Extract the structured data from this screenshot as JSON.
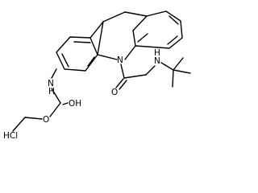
{
  "molecule": {
    "atom_labels": {
      "ring_nitrogen": "N",
      "carbamate_nh": "N",
      "carbamate_nh_h": "H",
      "carbamate_oh": "OH",
      "ester_oxygen": "O",
      "carbonyl_oxygen": "O",
      "amine_nitrogen": "N",
      "amine_nh_h": "H"
    },
    "salt_label": "HCl"
  },
  "colors": {
    "bond": "#000000",
    "text": "#000000",
    "background": "#ffffff"
  }
}
